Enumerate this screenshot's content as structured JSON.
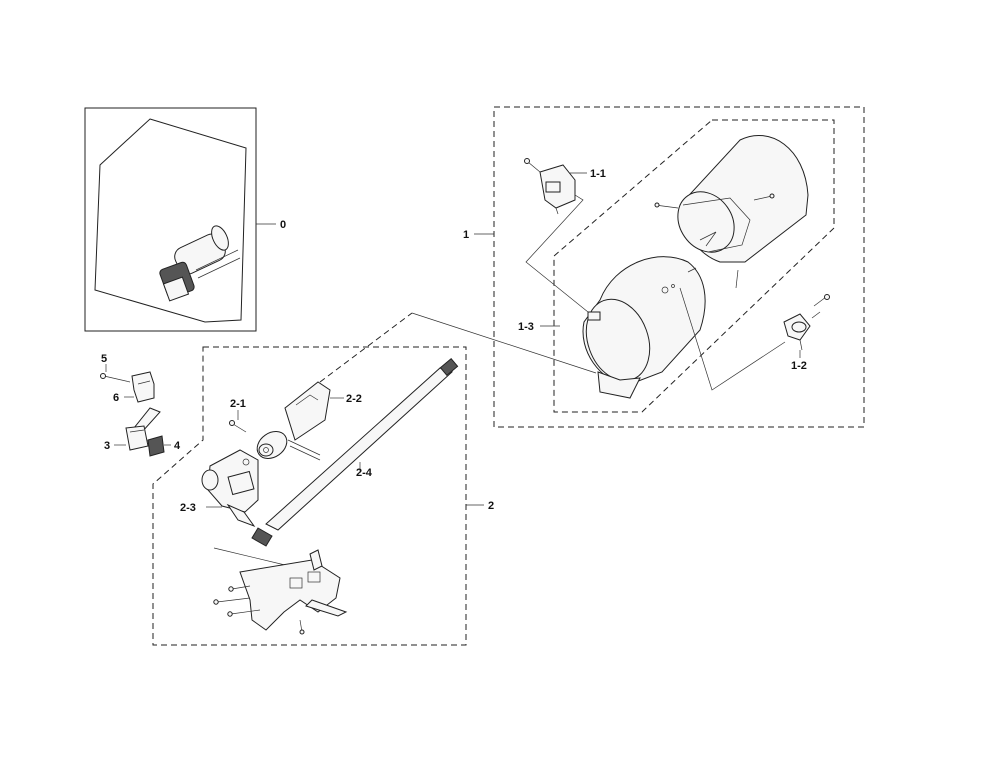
{
  "callouts": {
    "c0": "0",
    "c1": "1",
    "c1_1": "1-1",
    "c1_2": "1-2",
    "c1_3": "1-3",
    "c2": "2",
    "c2_1": "2-1",
    "c2_2": "2-2",
    "c2_3": "2-3",
    "c2_4": "2-4",
    "c3": "3",
    "c4": "4",
    "c5": "5",
    "c6": "6"
  },
  "colors": {
    "line": "#222222",
    "background": "#ffffff"
  }
}
